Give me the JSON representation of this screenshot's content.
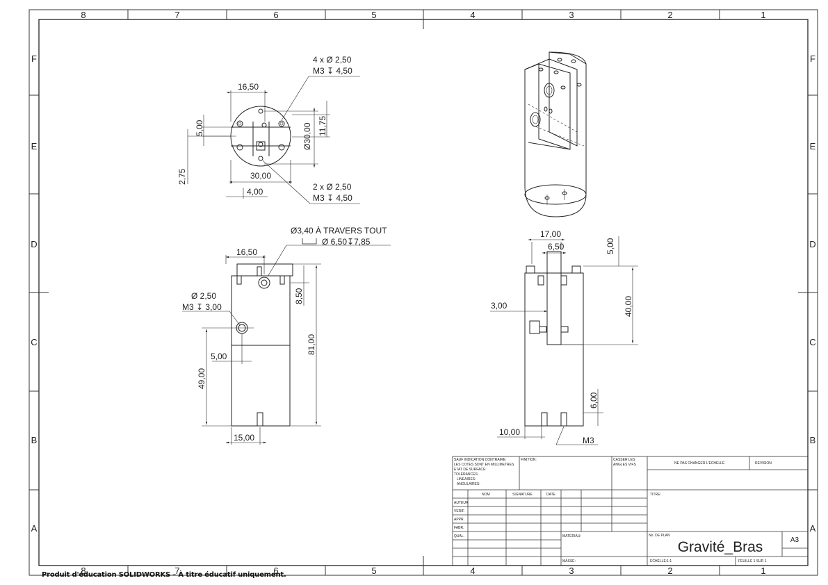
{
  "zones": {
    "columns": [
      "8",
      "7",
      "6",
      "5",
      "4",
      "3",
      "2",
      "1"
    ],
    "rows": [
      "F",
      "E",
      "D",
      "C",
      "B",
      "A"
    ]
  },
  "top_view": {
    "holes_a_count": "4 x",
    "holes_a_dia": "2,50",
    "holes_a_thread": "M3",
    "holes_a_depth": "4,50",
    "holes_b_count": "2 x",
    "holes_b_dia": "2,50",
    "holes_b_thread": "M3",
    "holes_b_depth": "4,50",
    "dim_16_50": "16,50",
    "dim_5_00": "5,00",
    "dim_2_75": "2,75",
    "dim_30_00": "30,00",
    "dim_4_00": "4,00",
    "dim_dia30": "30,00",
    "dim_11_75": "11,75"
  },
  "front_view": {
    "hole_dia": "3,40 À TRAVERS TOUT",
    "cbore": "6,50",
    "cbore_depth": "7,85",
    "dim_16_50": "16,50",
    "dim_8_50": "8,50",
    "dim_81_00": "81,00",
    "side_hole_dia": "2,50",
    "side_hole_thread": "M3",
    "side_hole_depth": "3,00",
    "dim_5_00": "5,00",
    "dim_49_00": "49,00",
    "dim_15_00": "15,00"
  },
  "side_view": {
    "dim_17_00": "17,00",
    "dim_6_50": "6,50",
    "dim_5_00": "5,00",
    "dim_40_00": "40,00",
    "dim_3_00": "3,00",
    "dim_6_00": "6,00",
    "dim_10_00": "10,00",
    "thread": "M3"
  },
  "title_block": {
    "general_note": [
      "SAUF INDICATION CONTRAIRE:",
      "LES COTES SONT EN MILLIMETRES",
      "ETAT DE SURFACE:",
      "TOLERANCES:",
      "LINEAIRES:",
      "ANGULAIRES:"
    ],
    "finish": "FINITION:",
    "edges": [
      "CASSER LES",
      "ANGLES VIFS"
    ],
    "no_scale": "NE PAS CHANGER L'ECHELLE",
    "revision": "REVISION",
    "col_nom": "NOM",
    "col_signature": "SIGNATURE",
    "col_date": "DATE",
    "rows": [
      "AUTEUR",
      "VERIF.",
      "APPR.",
      "FABR.",
      "QUAL."
    ],
    "title_label": "TITRE:",
    "material": "MATERIAU:",
    "drawing_no_label": "No. DE PLAN",
    "drawing_no": "Gravité_Bras",
    "sheet_size": "A3",
    "mass": "MASSE:",
    "scale": "ECHELLE:1:1",
    "sheet": "FEUILLE 1 SUR 1"
  },
  "watermark": "Produit d'éducation SOLIDWORKS – À titre éducatif uniquement."
}
